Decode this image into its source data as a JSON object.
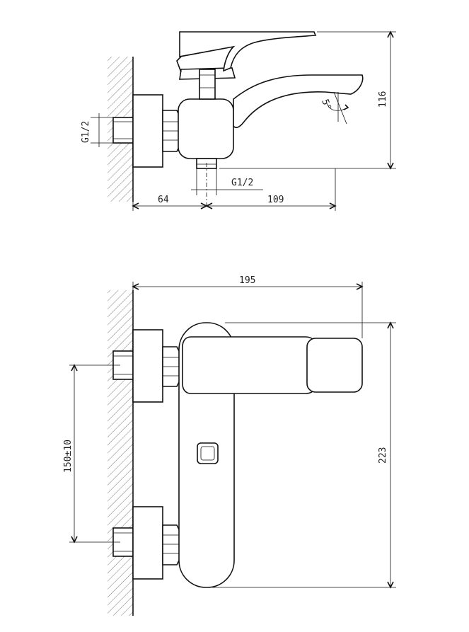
{
  "side_view": {
    "thread_left": "G1/2",
    "thread_bottom": "G1/2",
    "dim_wall": "64",
    "dim_spout": "109",
    "dim_height": "116",
    "angle": "5°"
  },
  "front_view": {
    "dim_width": "195",
    "dim_height": "223",
    "dim_centers": "150±10"
  }
}
